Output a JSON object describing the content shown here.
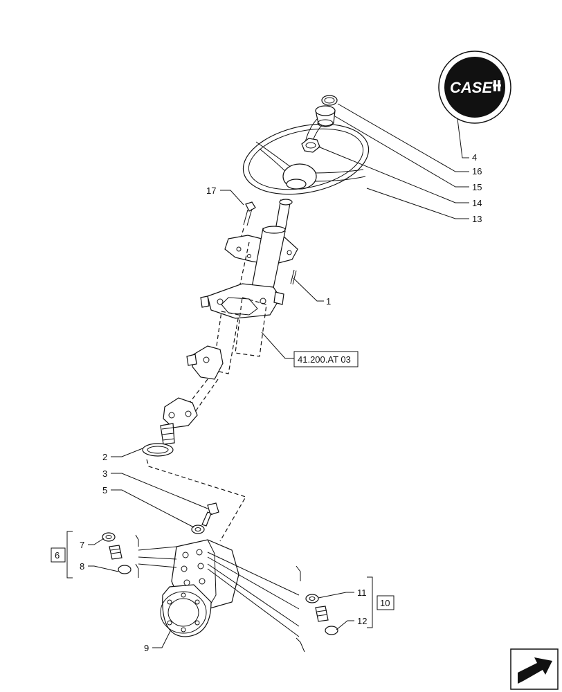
{
  "logo": {
    "brand_text": "CASE"
  },
  "callouts": {
    "c1": "1",
    "c2": "2",
    "c3": "3",
    "c4": "4",
    "c5": "5",
    "c6": "6",
    "c7": "7",
    "c8": "8",
    "c9": "9",
    "c10": "10",
    "c11": "11",
    "c12": "12",
    "c13": "13",
    "c14": "14",
    "c15": "15",
    "c16": "16",
    "c17": "17"
  },
  "reference_label": "41.200.AT 03",
  "colors": {
    "ink": "#111111",
    "logo_fill": "#111111",
    "logo_text": "#ffffff"
  }
}
